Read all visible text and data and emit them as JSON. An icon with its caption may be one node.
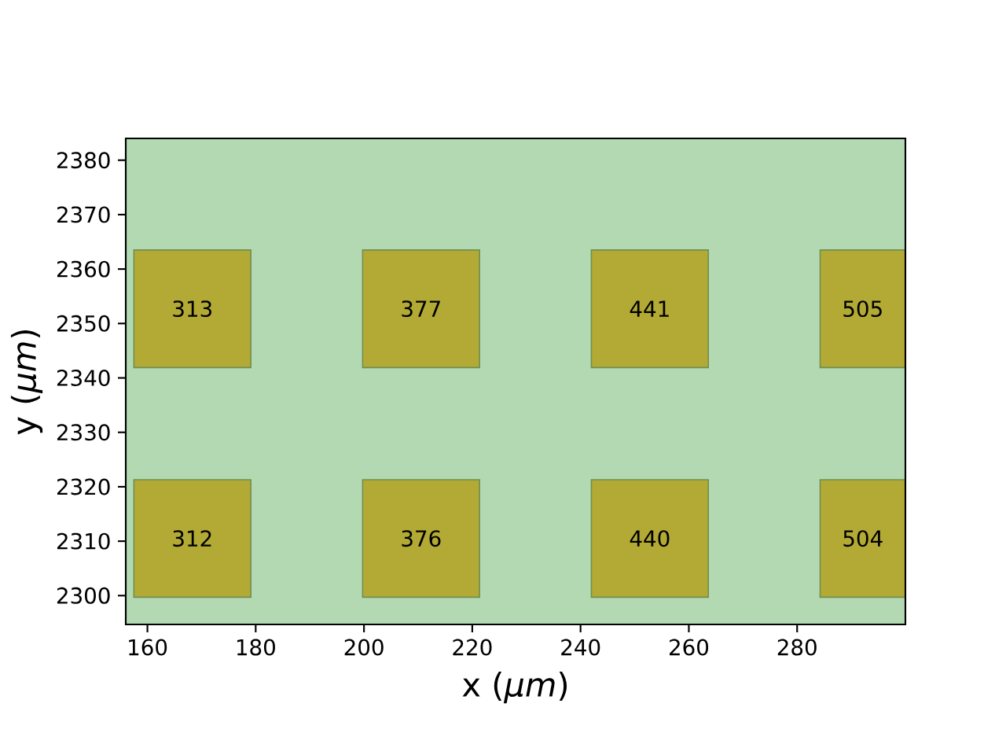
{
  "diagram": {
    "nodes": [
      {
        "text": [
          "313"
        ]
      },
      {
        "text": [
          "377"
        ]
      },
      {
        "text": [
          "441"
        ]
      },
      {
        "text": [
          "505"
        ]
      },
      {
        "text": [
          "312"
        ]
      },
      {
        "text": [
          "376"
        ]
      },
      {
        "text": [
          "440"
        ]
      },
      {
        "text": [
          "504"
        ]
      }
    ],
    "labels": [
      "2380",
      "2370",
      "2360",
      "2350",
      "2340",
      "2330",
      "2320",
      "2310",
      "2300",
      "y (*μm*)",
      "160",
      "180",
      "200",
      "220",
      "240",
      "260",
      "280",
      "x (*μm*)"
    ]
  }
}
